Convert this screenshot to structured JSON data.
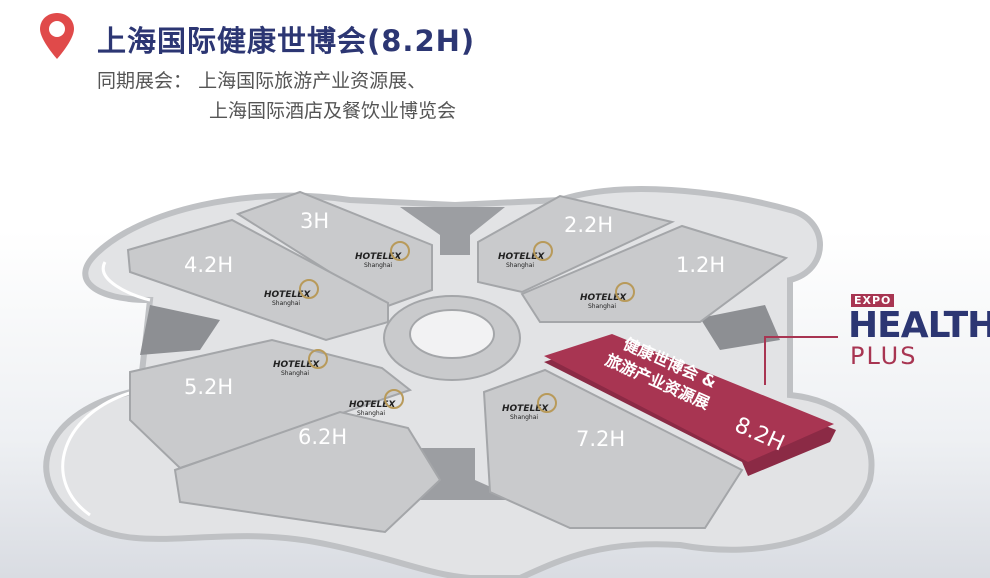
{
  "header": {
    "title": "上海国际健康世博会(8.2H)",
    "concurrent_label": "同期展会：",
    "concurrent_1": "上海国际旅游产业资源展、",
    "concurrent_2": "上海国际酒店及餐饮业博览会"
  },
  "halls": {
    "h3": "3H",
    "h4_2": "4.2H",
    "h2_2": "2.2H",
    "h1_2": "1.2H",
    "h5_2": "5.2H",
    "h6_2": "6.2H",
    "h7_2": "7.2H",
    "h8_2": "8.2H"
  },
  "highlight": {
    "line1": "健康世博会 &",
    "line2": "旅游产业资源展"
  },
  "hotelex": {
    "name": "HOTELEX",
    "city": "Shanghai"
  },
  "logo": {
    "expo": "EXPO",
    "health": "HEALTH",
    "plus": "PLUS"
  },
  "colors": {
    "title": "#2c3673",
    "highlight": "#a83552",
    "hall": "#c9cacc",
    "pin": "#e04a4a"
  }
}
